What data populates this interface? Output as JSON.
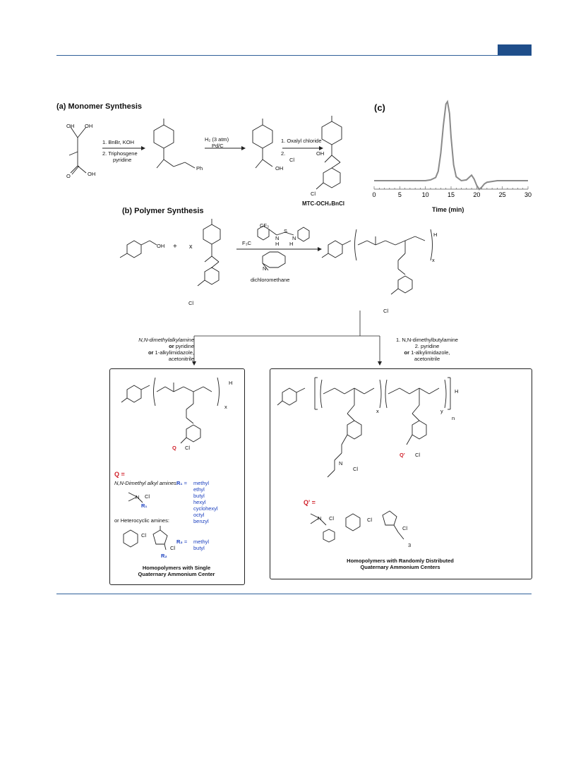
{
  "header": {
    "accent": "#1f4e8a"
  },
  "panel_a": {
    "title": "(a) Monomer Synthesis",
    "step1_line1": "1. BnBr, KOH",
    "step1_line2": "2. Triphosgene",
    "step1_line3": "pyridine",
    "step2_line1": "H₂ (3 atm)",
    "step2_line2": "Pd/C",
    "step3_line1": "1. Oxalyl chloride",
    "step3_line2": "2.",
    "atom_oh": "OH",
    "atom_o": "O",
    "atom_ph": "Ph",
    "atom_cl": "Cl",
    "product_name": "MTC-OCH₂BnCl"
  },
  "panel_c": {
    "label": "(c)",
    "chart_data": {
      "type": "line",
      "xlabel": "Time (min)",
      "xlim": [
        0,
        30
      ],
      "x_ticks": [
        0,
        5,
        10,
        15,
        20,
        25,
        30
      ],
      "series": [
        {
          "x": [
            0,
            2,
            4,
            6,
            8,
            10,
            11,
            12,
            12.5,
            13,
            13.5,
            14,
            14.3,
            14.7,
            15,
            15.5,
            16,
            17,
            18,
            18.5,
            19,
            19.5,
            20,
            20.5,
            21,
            21.5,
            22,
            23,
            24,
            26,
            28,
            30
          ],
          "y": [
            0,
            0,
            0,
            0,
            0,
            0,
            0.01,
            0.04,
            0.12,
            0.35,
            0.7,
            0.97,
            1.0,
            0.85,
            0.55,
            0.2,
            0.05,
            0.0,
            0.01,
            0.04,
            0.07,
            0.02,
            -0.06,
            -0.11,
            -0.08,
            -0.04,
            -0.02,
            -0.01,
            0,
            0,
            0,
            0
          ]
        }
      ],
      "colors": {
        "line": "#8a8a8a"
      },
      "grid": false
    }
  },
  "panel_b": {
    "title": "(b) Polymer Synthesis",
    "plus": "+",
    "x": "x",
    "solvent": "dichloromethane",
    "catalyst_cf3_top": "CF₃",
    "catalyst_cf3_left": "F₃C",
    "catalyst_s": "S",
    "catalyst_nh": "N",
    "catalyst_h": "H",
    "dbu_n": "N",
    "atom_oh": "OH",
    "atom_cl": "Cl",
    "sub_x": "x",
    "end_h": "H"
  },
  "branch_left": {
    "line1": "N,N-dimethylalkylamine",
    "line2_or": "or",
    "line2": " pyridine",
    "line3_or": "or",
    "line3": " 1-alkylimidazole,",
    "line4": "acetonitrile"
  },
  "branch_right": {
    "line1": "1. N,N-dimethylbutylamine",
    "line2": "2. pyridine",
    "line3_or": "or",
    "line3": " 1-alkylimidazole,",
    "line4": "acetonitrile"
  },
  "box_left": {
    "q_label": "Q =",
    "q_symbol": "Q",
    "cl": "Cl",
    "amines_heading": "N,N-Dimethyl alkyl amines:",
    "r1_label": "R₁",
    "r1_eq": " = ",
    "r1_values": [
      "methyl",
      "ethyl",
      "butyl",
      "hexyl",
      "cyclohexyl",
      "octyl",
      "benzyl"
    ],
    "hetero_heading": "or Heterocyclic amines:",
    "r2_label": "R₂",
    "r2_eq": " = ",
    "r2_values": [
      "methyl",
      "butyl"
    ],
    "n": "N",
    "caption_line1": "Homopolymers with Single",
    "caption_line2": "Quaternary Ammonium Center",
    "sub_x": "x",
    "end_h": "H"
  },
  "box_right": {
    "q_label": "Q' =",
    "q_symbol": "Q'",
    "cl": "Cl",
    "n": "N",
    "sub_x": "x",
    "sub_y": "y",
    "sub_n": "n",
    "sub_3": "3",
    "end_h": "H",
    "caption_line1": "Homopolymers with Randomly Distributed",
    "caption_line2": "Quaternary Ammonium Centers"
  }
}
